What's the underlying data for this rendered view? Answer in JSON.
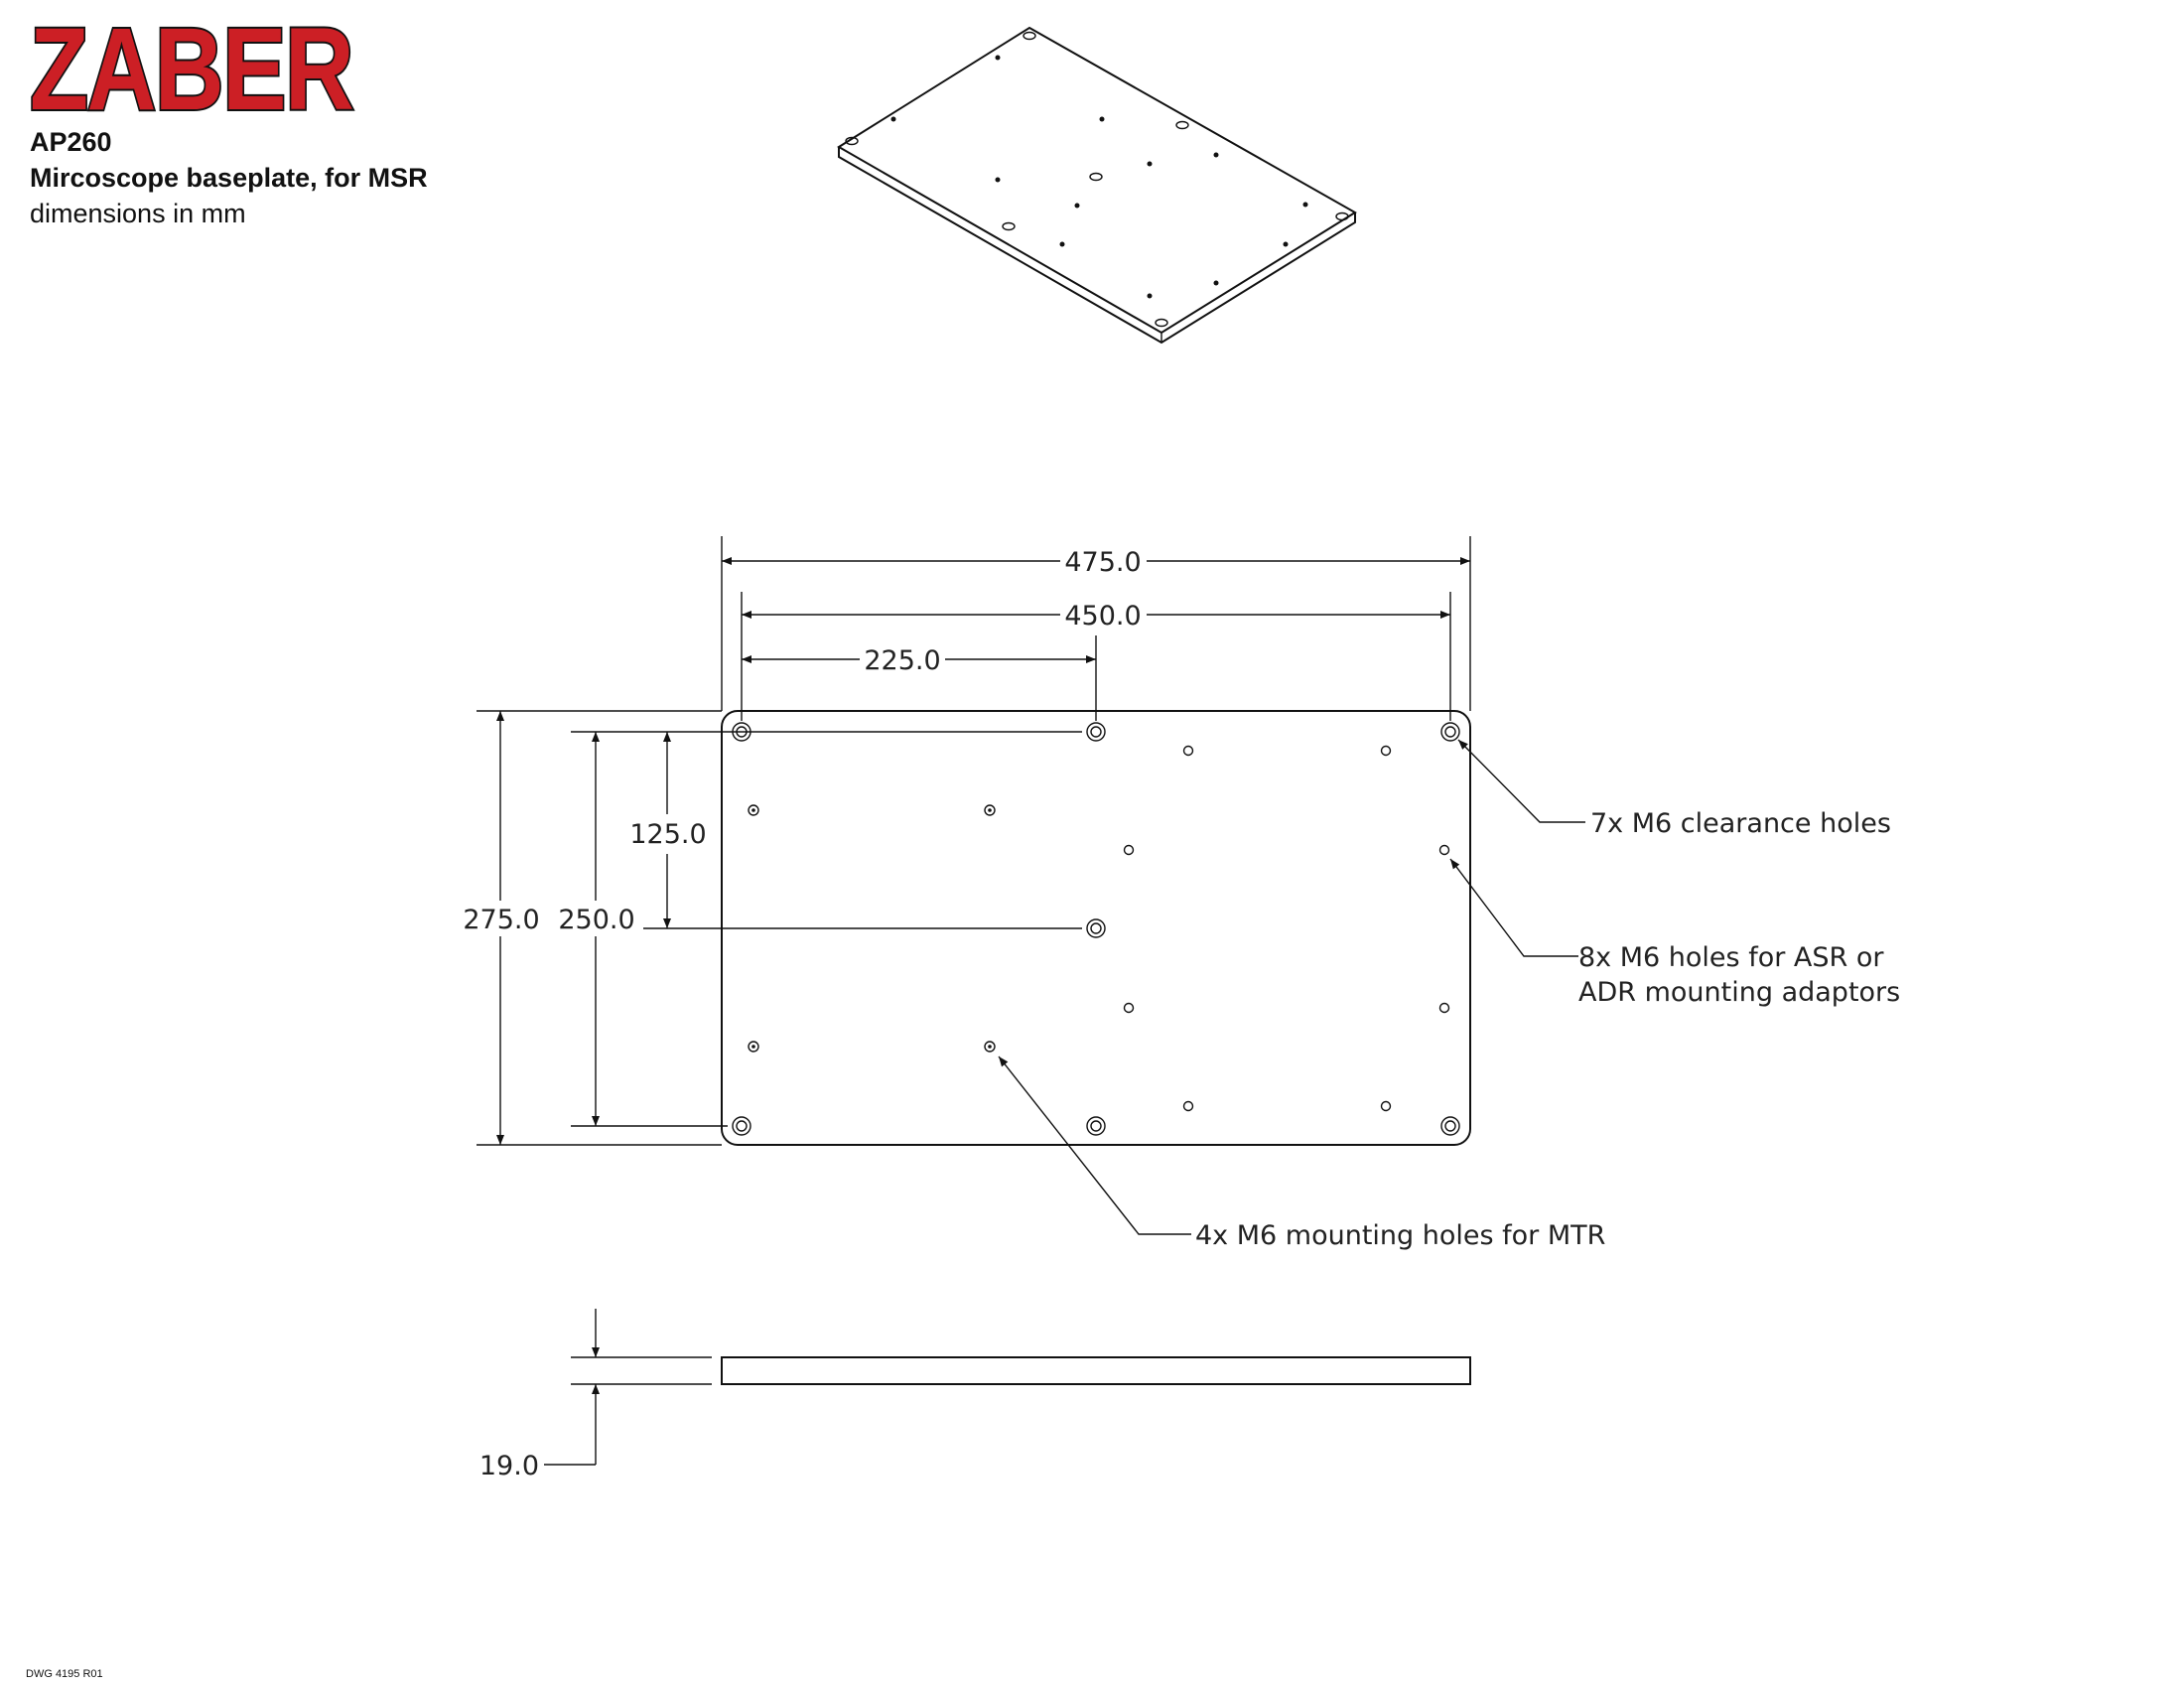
{
  "title_block": {
    "brand": "ZABER",
    "part_number": "AP260",
    "description": "Mircoscope baseplate, for MSR",
    "units_note": "dimensions in mm",
    "drawing_number": "DWG 4195 R01"
  },
  "dimensions": {
    "overall_length": "475.0",
    "hole_span_length": "450.0",
    "half_span_length": "225.0",
    "overall_width": "275.0",
    "hole_span_width": "250.0",
    "half_span_width": "125.0",
    "thickness": "19.0"
  },
  "callouts": {
    "clearance_holes": "7x M6 clearance holes",
    "adaptor_holes_line1": "8x M6 holes for ASR or",
    "adaptor_holes_line2": "ADR mounting adaptors",
    "mtr_holes": "4x M6 mounting holes for MTR"
  },
  "colors": {
    "brand_red": "#cc1f25",
    "line": "#111111"
  }
}
